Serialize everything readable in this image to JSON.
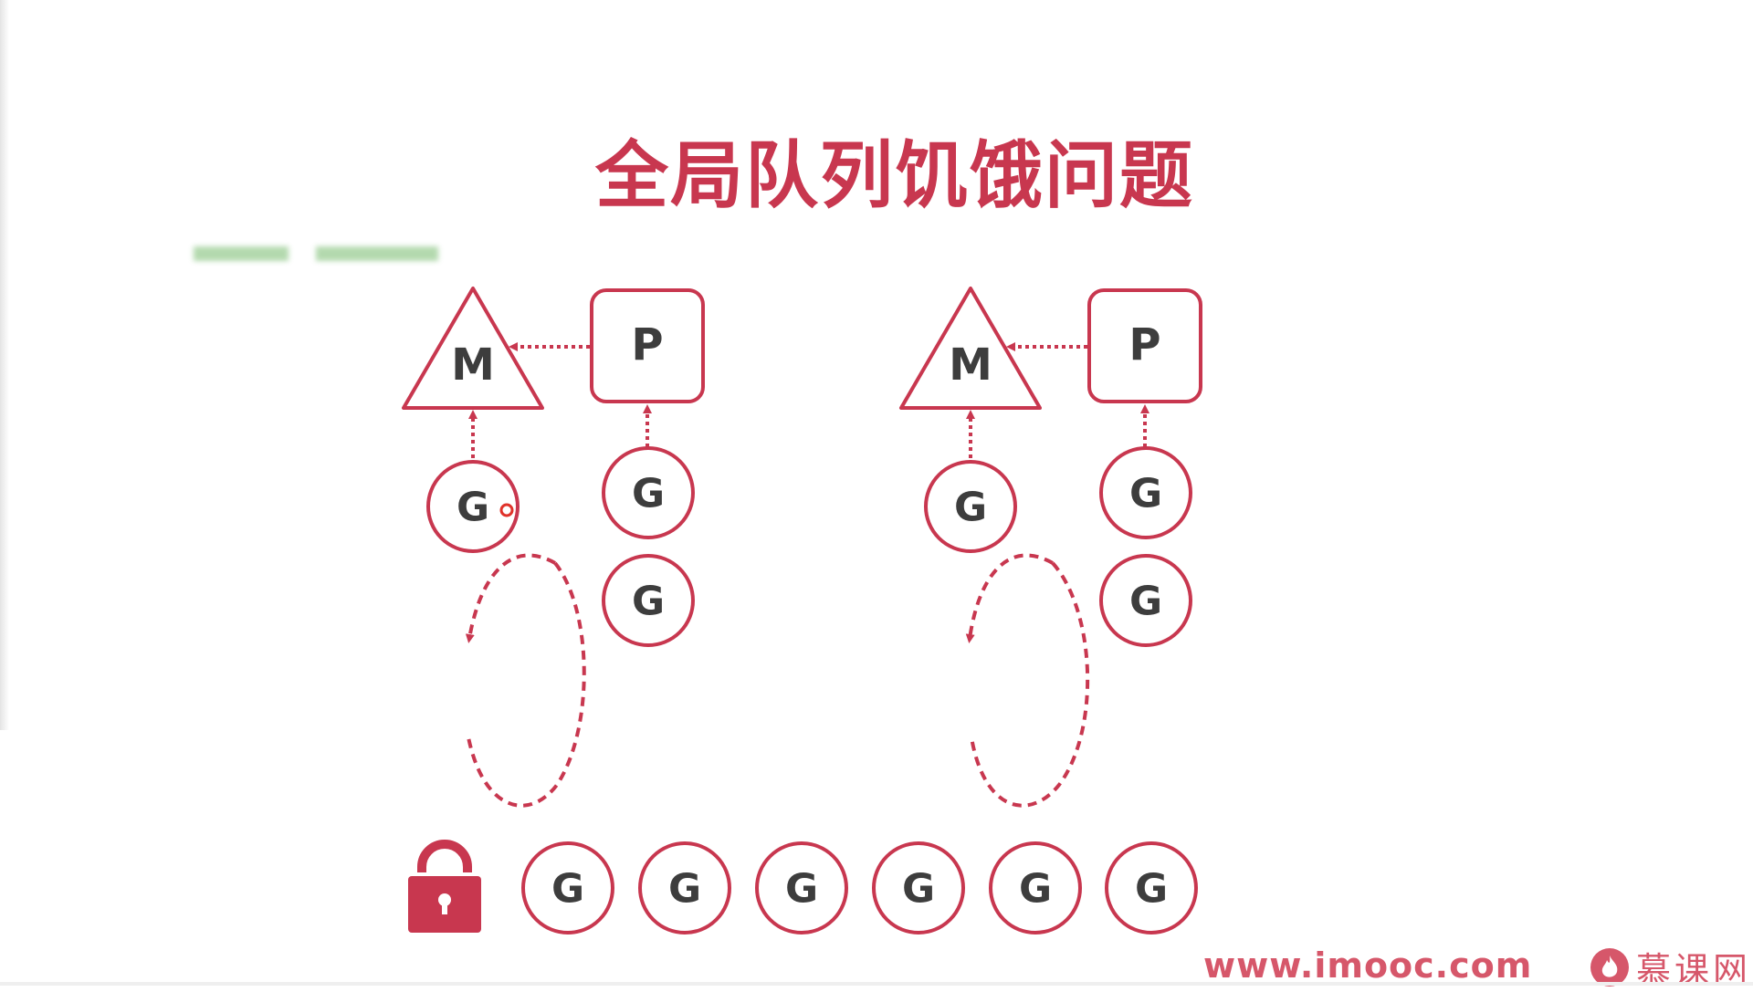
{
  "slide": {
    "title": "全局队列饥饿问题"
  },
  "diagram": {
    "m_label": "M",
    "p_label": "P",
    "g_label": "G",
    "accent_color": "#c8374f",
    "text_color": "#3d3d3d"
  },
  "footer": {
    "url": "www.imooc.com",
    "brand": "慕课网"
  }
}
